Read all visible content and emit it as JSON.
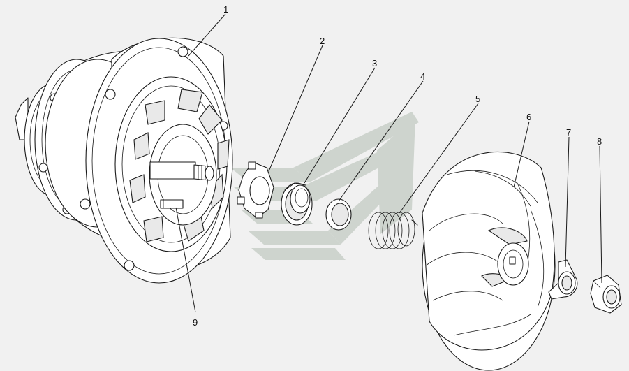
{
  "callouts": {
    "c1": "1",
    "c2": "2",
    "c3": "3",
    "c4": "4",
    "c5": "5",
    "c6": "6",
    "c7": "7",
    "c8": "8",
    "c9": "9"
  },
  "colors": {
    "background": "#f1f1f1",
    "line": "#1a1a1a",
    "watermark": "#c9d0c9"
  },
  "watermark_logo": "stylized-chevron-logo"
}
